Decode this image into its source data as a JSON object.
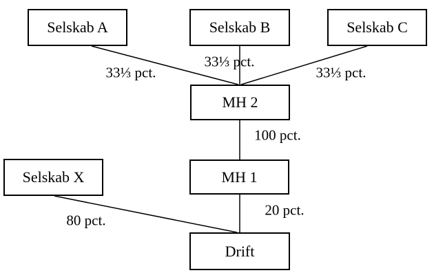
{
  "nodes": [
    {
      "id": "selskab-a",
      "label": "Selskab A"
    },
    {
      "id": "selskab-b",
      "label": "Selskab B"
    },
    {
      "id": "selskab-c",
      "label": "Selskab C"
    },
    {
      "id": "mh-2",
      "label": "MH 2"
    },
    {
      "id": "selskab-x",
      "label": "Selskab X"
    },
    {
      "id": "mh-1",
      "label": "MH 1"
    },
    {
      "id": "drift",
      "label": "Drift"
    }
  ],
  "edges": [
    {
      "from": "Selskab A",
      "to": "MH 2",
      "label": "33⅓ pct."
    },
    {
      "from": "Selskab B",
      "to": "MH 2",
      "label": "33⅓ pct."
    },
    {
      "from": "Selskab C",
      "to": "MH 2",
      "label": "33⅓ pct."
    },
    {
      "from": "MH 2",
      "to": "MH 1",
      "label": "100 pct."
    },
    {
      "from": "MH 1",
      "to": "Drift",
      "label": "20 pct."
    },
    {
      "from": "Selskab X",
      "to": "Drift",
      "label": "80 pct."
    }
  ],
  "colors": {
    "background": "#ffffff",
    "box_border": "#000000",
    "text": "#000000",
    "line": "#000000"
  }
}
